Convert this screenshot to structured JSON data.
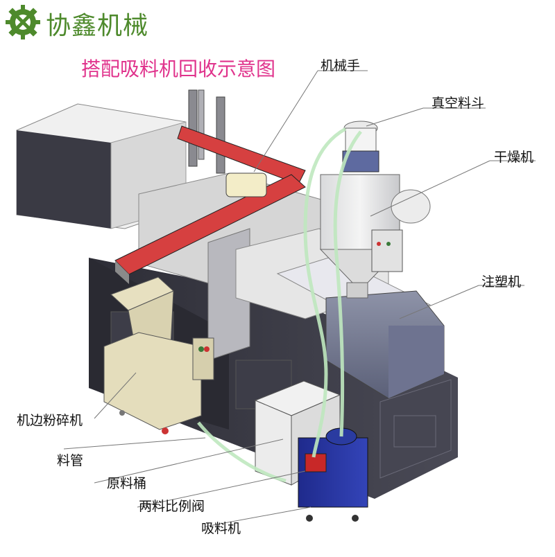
{
  "brand": {
    "name": "协鑫机械",
    "logo_icon": "gear-x-logo-icon",
    "color": "#4e8a2c"
  },
  "title": {
    "text": "搭配吸料机回收示意图",
    "color": "#e0338c"
  },
  "labels": {
    "robot_arm": "机械手",
    "vacuum_hopper": "真空料斗",
    "dryer": "干燥机",
    "injection_machine": "注塑机",
    "crusher": "机边粉碎机",
    "pipe": "料管",
    "raw_bin": "原料桶",
    "ratio_valve": "两料比例阀",
    "loader": "吸料机"
  }
}
